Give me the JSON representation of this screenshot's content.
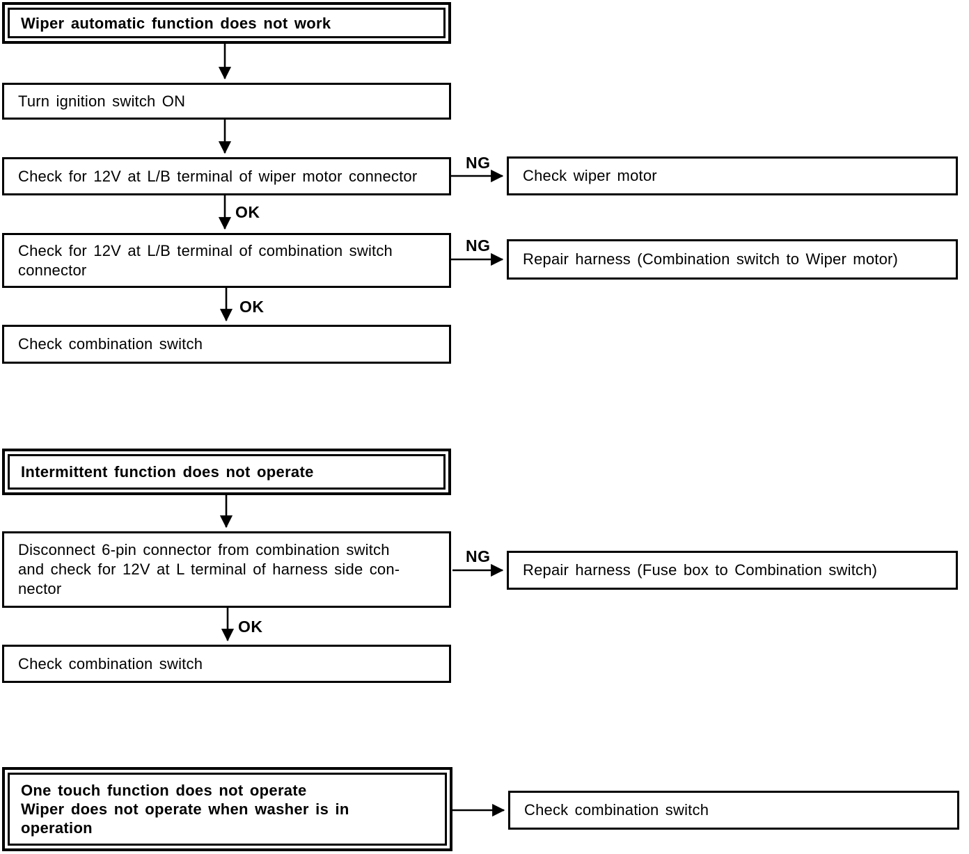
{
  "labels": {
    "ok": "OK",
    "ng": "NG"
  },
  "flow1": {
    "title": "Wiper automatic function does not work",
    "step_ignition": "Turn ignition switch ON",
    "step_wiper_motor_12v": "Check for 12V at L/B terminal of wiper motor connector",
    "result_check_wiper_motor": "Check wiper motor",
    "step_combo_switch_12v": "Check for 12V at L/B terminal of combination switch\nconnector",
    "result_repair_harness_combo_to_motor": "Repair harness (Combination switch to Wiper motor)",
    "step_check_combo_switch": "Check combination switch"
  },
  "flow2": {
    "title": "Intermittent function does not operate",
    "step_disconnect_6pin": "Disconnect 6-pin connector from combination switch\nand check for 12V at L terminal of harness side con-\nnector",
    "result_repair_harness_fuse_to_combo": "Repair harness (Fuse box to Combination switch)",
    "step_check_combo_switch": "Check combination switch"
  },
  "flow3": {
    "title": "One touch function does not operate\nWiper does not operate when washer is in\noperation",
    "result_check_combo_switch": "Check combination switch"
  }
}
